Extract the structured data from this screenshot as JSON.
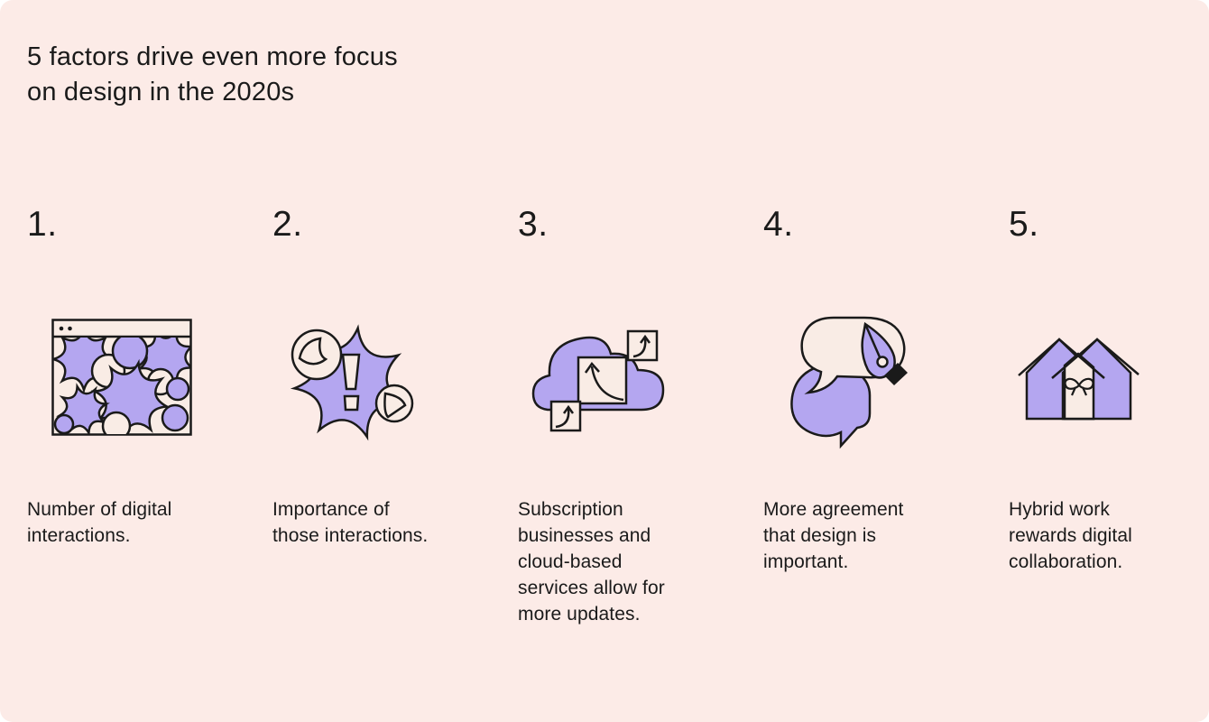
{
  "theme": {
    "background": "#fcebe7",
    "ink": "#1a1a1a",
    "accent_purple": "#b4a6f0",
    "cream": "#f9ece5"
  },
  "title": "5 factors drive even more focus\non design in the 2020s",
  "items": [
    {
      "number": "1.",
      "icon": "browser-window-shapes-icon",
      "caption": "Number of digital\ninteractions."
    },
    {
      "number": "2.",
      "icon": "exclamation-burst-icon",
      "caption": "Importance of\nthose interactions."
    },
    {
      "number": "3.",
      "icon": "cloud-updates-icon",
      "caption": "Subscription\nbusinesses and\ncloud-based\nservices allow for\nmore updates."
    },
    {
      "number": "4.",
      "icon": "speech-bubbles-pen-icon",
      "caption": "More agreement\nthat design is\nimportant."
    },
    {
      "number": "5.",
      "icon": "two-houses-bow-icon",
      "caption": "Hybrid work\nrewards digital\ncollaboration."
    }
  ]
}
